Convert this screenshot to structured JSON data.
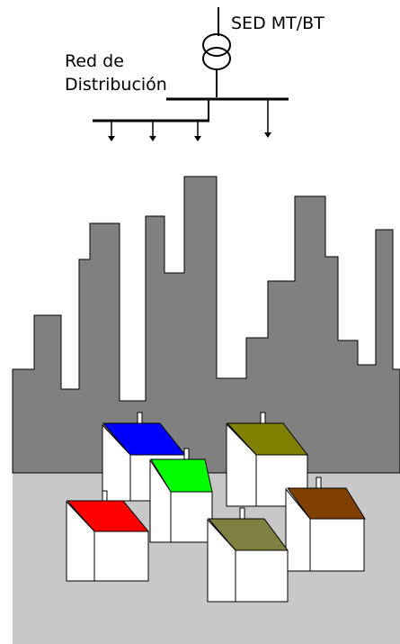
{
  "diagram": {
    "transformer_label": "SED MT/BT",
    "network_label_line1": "Red de",
    "network_label_line2": "Distribución"
  },
  "colors": {
    "ground": "#c8c8c8",
    "buildings": "#808080",
    "wall": "#ffffff",
    "outline": "#000000",
    "roof_blue": "#0000ff",
    "roof_olive": "#808000",
    "roof_green": "#00ff00",
    "roof_red": "#ff0000",
    "roof_brown": "#804000",
    "roof_khaki": "#808040"
  },
  "houses": [
    {
      "name": "house-blue",
      "roof_color": "roof_blue"
    },
    {
      "name": "house-olive",
      "roof_color": "roof_olive"
    },
    {
      "name": "house-green",
      "roof_color": "roof_green"
    },
    {
      "name": "house-brown",
      "roof_color": "roof_brown"
    },
    {
      "name": "house-red",
      "roof_color": "roof_red"
    },
    {
      "name": "house-khaki",
      "roof_color": "roof_khaki"
    }
  ]
}
